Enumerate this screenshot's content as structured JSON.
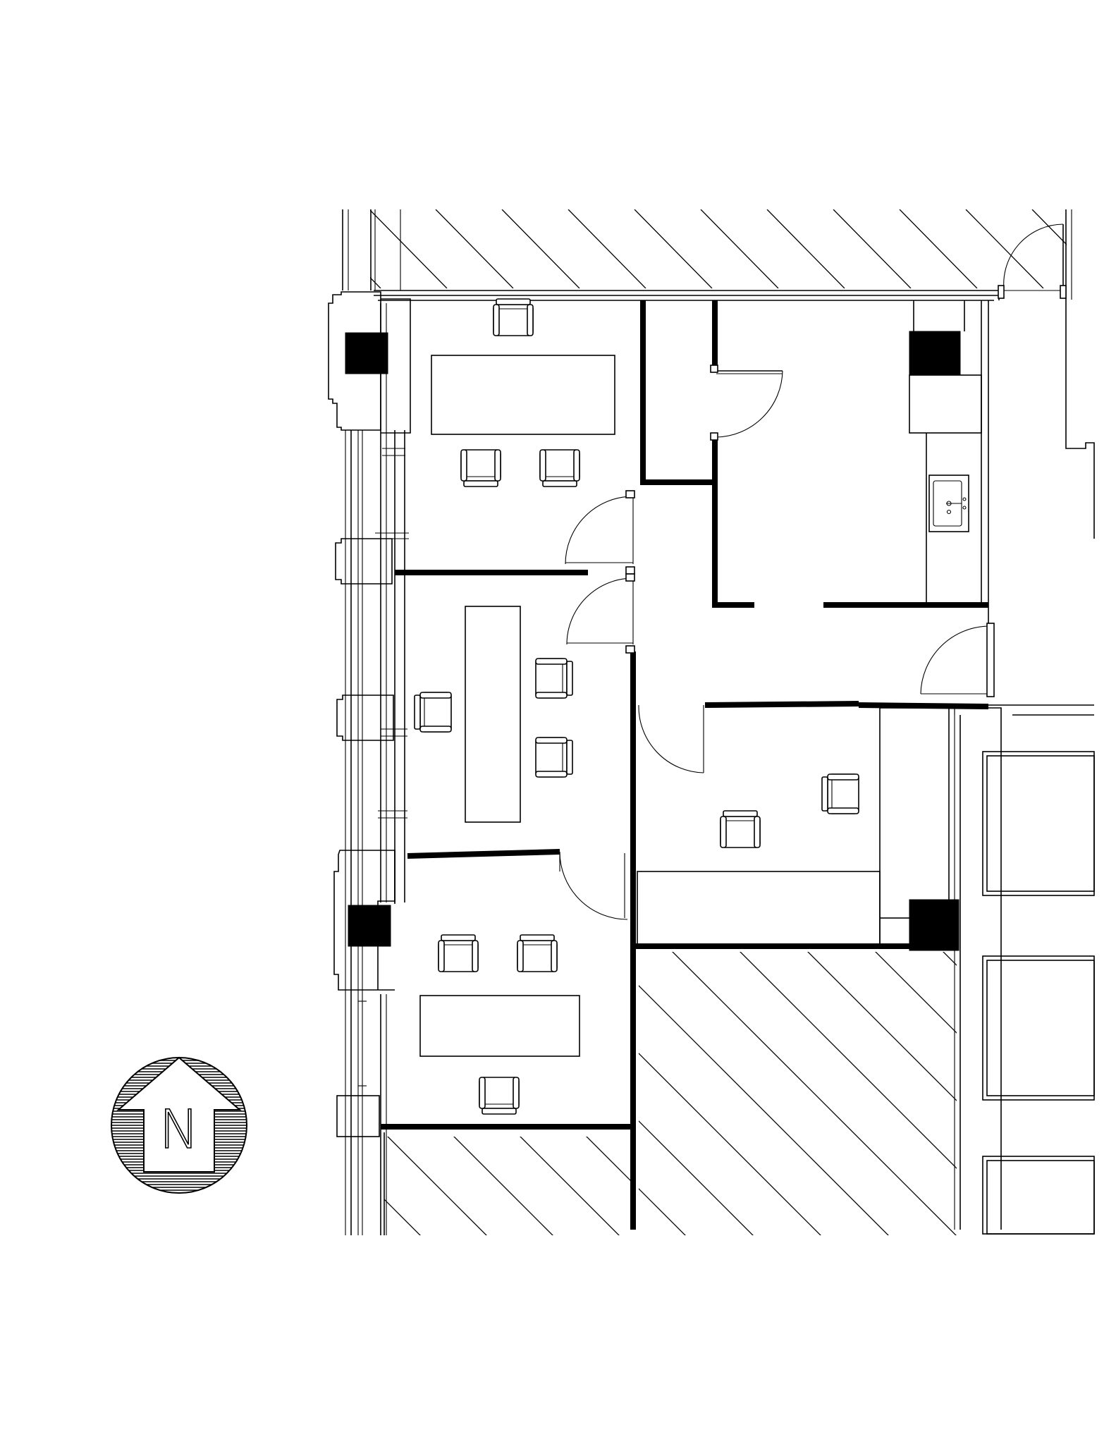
{
  "drawing": {
    "kind": "floor-plan",
    "north_arrow": {
      "letter": "N",
      "icon": "north-arrow-icon"
    },
    "rooms": [
      {
        "id": "office-northwest",
        "tables": 1,
        "chairs": 3
      },
      {
        "id": "office-west-center",
        "tables": 1,
        "chairs": 3
      },
      {
        "id": "office-southwest",
        "tables": 1,
        "chairs": 3
      },
      {
        "id": "kitchenette",
        "fixtures": [
          "sink",
          "counter"
        ]
      },
      {
        "id": "storage-room"
      },
      {
        "id": "office-east",
        "chairs": 2
      },
      {
        "id": "corridor"
      }
    ],
    "colors": {
      "line": "#000000",
      "background": "#ffffff"
    }
  }
}
